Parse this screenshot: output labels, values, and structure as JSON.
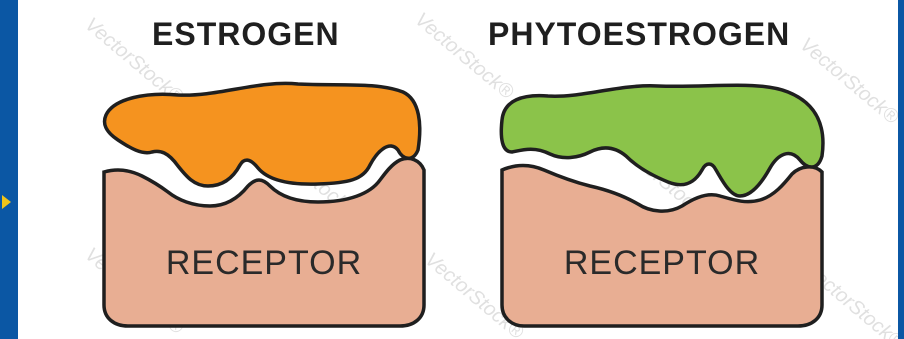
{
  "titles": {
    "left": "ESTROGEN",
    "right": "PHYTOESTROGEN"
  },
  "receptor_label": "RECEPTOR",
  "colors": {
    "estrogen": "#f5931f",
    "phytoestrogen": "#8bc34a",
    "receptor": "#e8ae93",
    "outline": "#1f1f1f"
  },
  "watermark": "VectorStock"
}
